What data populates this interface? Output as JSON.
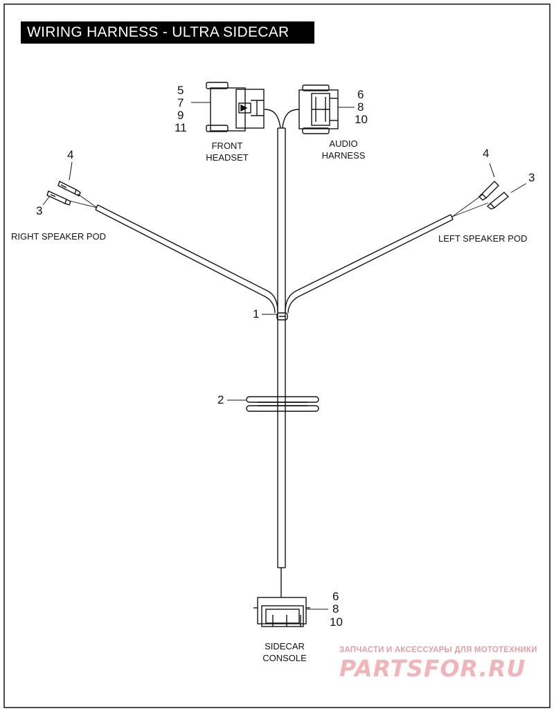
{
  "title": "WIRING HARNESS - ULTRA SIDECAR",
  "labels": {
    "front_headset": [
      "FRONT",
      "HEADSET"
    ],
    "audio_harness": [
      "AUDIO",
      "HARNESS"
    ],
    "right_speaker_pod": "RIGHT SPEAKER POD",
    "left_speaker_pod": "LEFT SPEAKER POD",
    "sidecar_console": [
      "SIDECAR",
      "CONSOLE"
    ]
  },
  "callouts": {
    "front_headset": [
      "5",
      "7",
      "9",
      "11"
    ],
    "audio_harness": [
      "6",
      "8",
      "10"
    ],
    "right_pod_top": "4",
    "right_pod_bottom": "3",
    "left_pod_top": "4",
    "left_pod_right": "3",
    "junction": "1",
    "grommet": "2",
    "sidecar_console": [
      "6",
      "8",
      "10"
    ]
  },
  "watermark": {
    "tagline": "ЗАПЧАСТИ И АКСЕССУАРЫ ДЛЯ МОТОТЕХНИКИ",
    "logo": "PARTSFOR.RU"
  },
  "colors": {
    "line": "#111111",
    "title_bg": "#000000",
    "title_fg": "#ffffff",
    "watermark": "#f1b4b9"
  }
}
